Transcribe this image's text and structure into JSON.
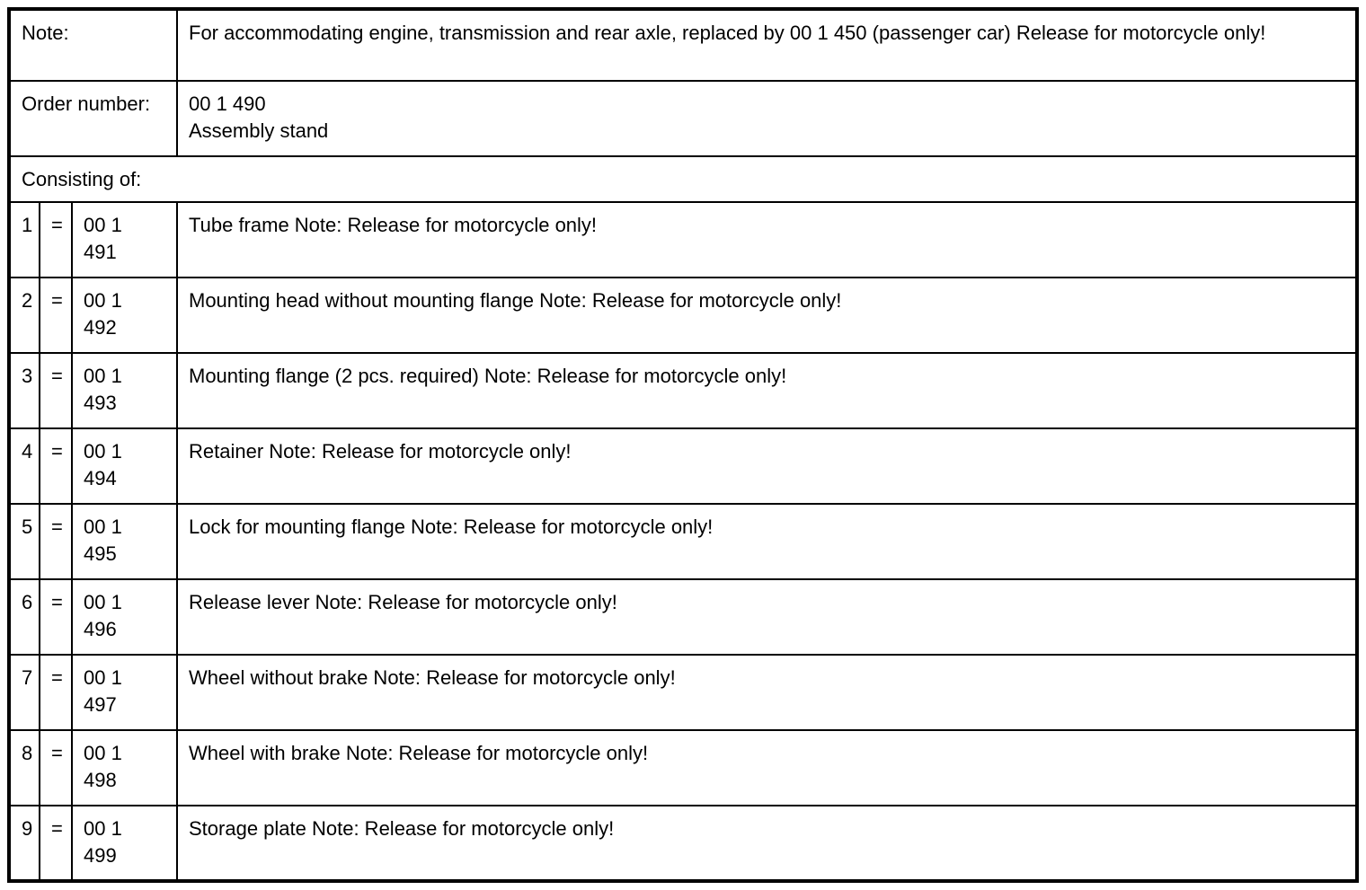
{
  "parts_table": {
    "note": {
      "label": "Note:",
      "text": "For accommodating engine, transmission and rear axle, replaced by 00 1 450 (passenger car) Release for motorcycle only!"
    },
    "order": {
      "label": "Order number:",
      "number": "00 1 490",
      "name": "Assembly stand"
    },
    "consisting_label": "Consisting of:",
    "equals_symbol": "=",
    "items": [
      {
        "index": "1",
        "part": "00 1 491",
        "description": "Tube frame Note: Release for motorcycle only!"
      },
      {
        "index": "2",
        "part": "00 1 492",
        "description": "Mounting head without mounting flange Note: Release for motorcycle only!"
      },
      {
        "index": "3",
        "part": "00 1 493",
        "description": "Mounting flange (2 pcs. required) Note: Release for motorcycle only!"
      },
      {
        "index": "4",
        "part": "00 1 494",
        "description": "Retainer Note: Release for motorcycle only!"
      },
      {
        "index": "5",
        "part": "00 1 495",
        "description": "Lock for mounting flange Note: Release for motorcycle only!"
      },
      {
        "index": "6",
        "part": "00 1 496",
        "description": "Release lever Note: Release for motorcycle only!"
      },
      {
        "index": "7",
        "part": "00 1 497",
        "description": "Wheel without brake Note: Release for motorcycle only!"
      },
      {
        "index": "8",
        "part": "00 1 498",
        "description": "Wheel with brake Note: Release for motorcycle only!"
      },
      {
        "index": "9",
        "part": "00 1 499",
        "description": "Storage plate Note: Release for motorcycle only!"
      }
    ]
  },
  "colors": {
    "border": "#000000",
    "background": "#ffffff",
    "text": "#000000"
  }
}
